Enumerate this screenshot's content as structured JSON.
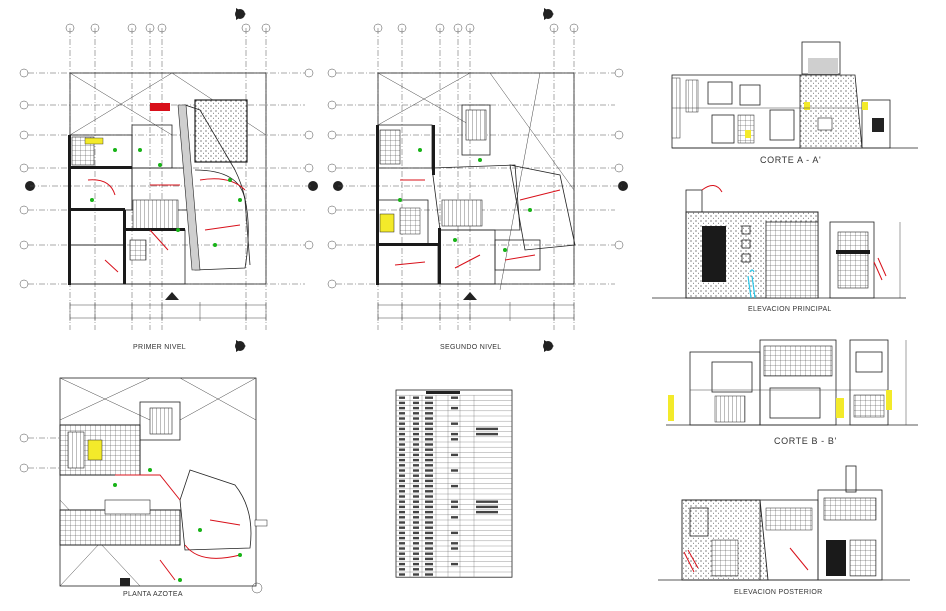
{
  "sheet": {
    "labels": {
      "planta_primer": "PRIMER NIVEL",
      "planta_segundo": "SEGUNDO NIVEL",
      "planta_azotea": "PLANTA AZOTEA",
      "corte_aa": "CORTE A - A'",
      "elev_principal": "ELEVACION PRINCIPAL",
      "corte_bb": "CORTE B - B'",
      "elev_posterior": "ELEVACION POSTERIOR"
    }
  },
  "colors": {
    "line": "#222222",
    "annotation_red": "#d8101a",
    "annotation_green": "#17b317",
    "highlight_yellow": "#f3ea2a",
    "figure_cyan": "#29c6e8"
  }
}
